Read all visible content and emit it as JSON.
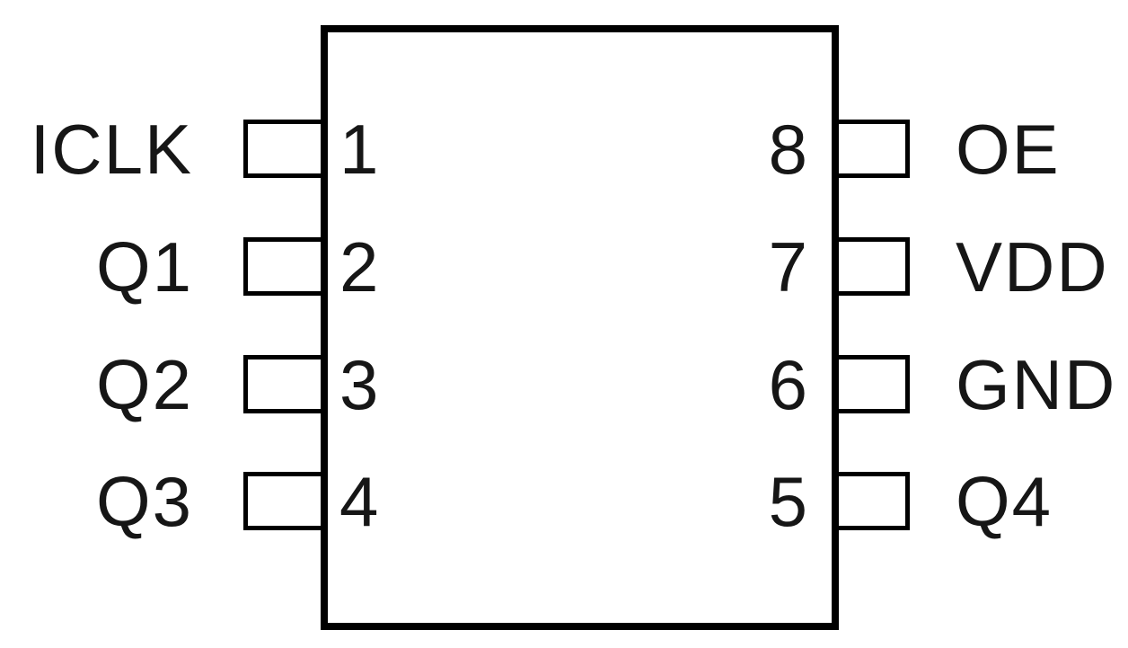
{
  "diagram": {
    "type": "ic-pinout",
    "package_pin_count": 8,
    "colors": {
      "line": "#000000",
      "text": "#161616",
      "background": "#ffffff"
    },
    "pins": {
      "left": [
        {
          "number": "1",
          "label": "ICLK"
        },
        {
          "number": "2",
          "label": "Q1"
        },
        {
          "number": "3",
          "label": "Q2"
        },
        {
          "number": "4",
          "label": "Q3"
        }
      ],
      "right": [
        {
          "number": "8",
          "label": "OE"
        },
        {
          "number": "7",
          "label": "VDD"
        },
        {
          "number": "6",
          "label": "GND"
        },
        {
          "number": "5",
          "label": "Q4"
        }
      ]
    }
  }
}
